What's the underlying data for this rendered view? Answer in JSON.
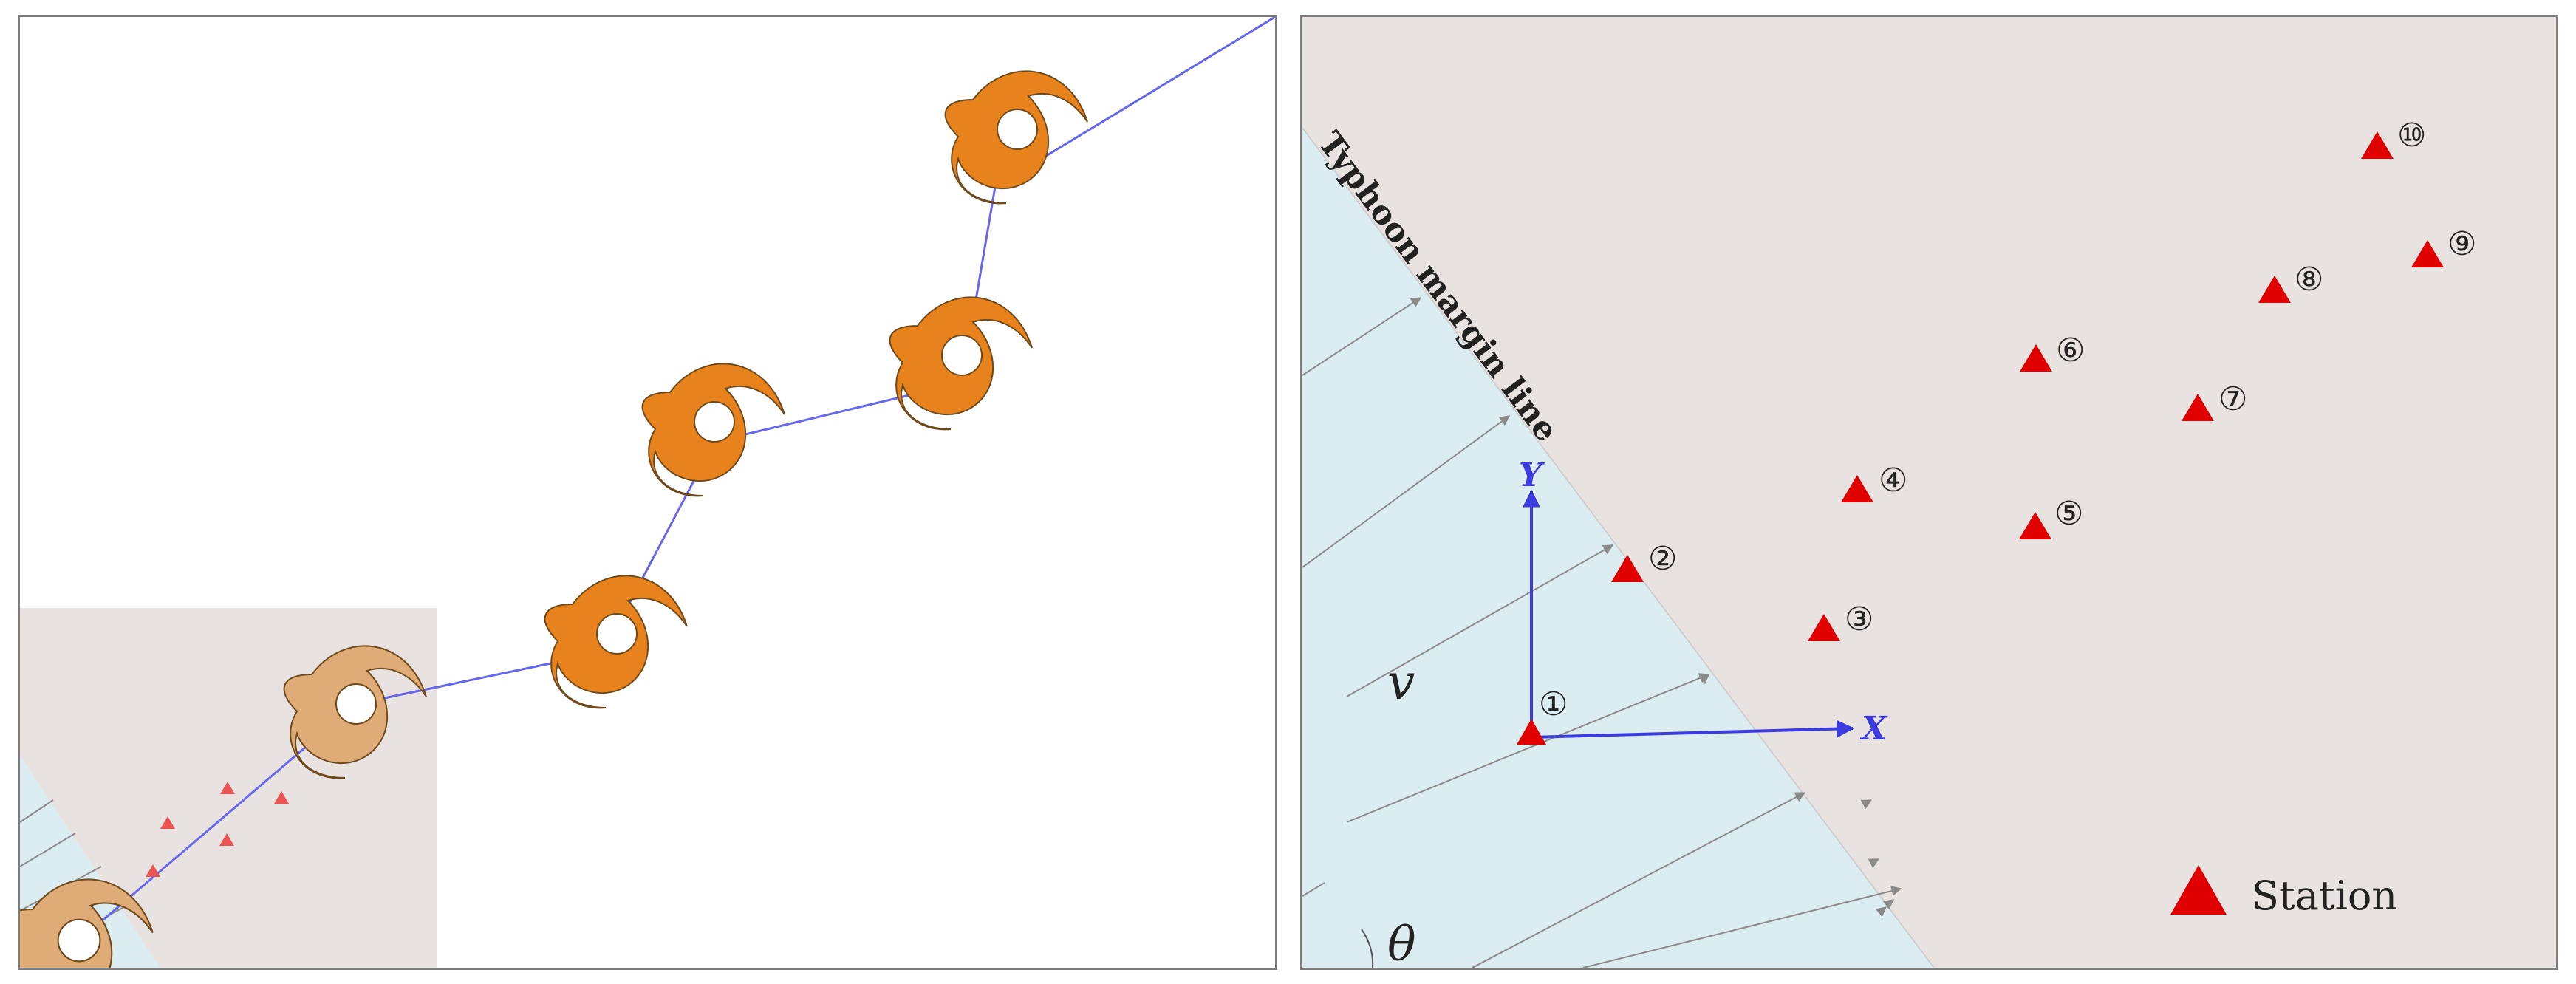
{
  "colors": {
    "typhoon_orange": "#e8821c",
    "typhoon_faded": "#dfac78",
    "track_blue": "#6666ee",
    "axis_blue": "#3b3be0",
    "station_red": "#e00000",
    "region_gray": "#e8e3e1",
    "region_blue": "#dcedf2",
    "flow_line": "#8a8a8a"
  },
  "left_panel": {
    "icons": [
      "typhoon-icon",
      "station-icon"
    ]
  },
  "right_panel": {
    "margin_label": "Typhoon margin line",
    "axis_x": "X",
    "axis_y": "Y",
    "velocity_symbol": "v",
    "angle_symbol": "θ",
    "stations": [
      {
        "id": "①"
      },
      {
        "id": "②"
      },
      {
        "id": "③"
      },
      {
        "id": "④"
      },
      {
        "id": "⑤"
      },
      {
        "id": "⑥"
      },
      {
        "id": "⑦"
      },
      {
        "id": "⑧"
      },
      {
        "id": "⑨"
      },
      {
        "id": "⑩"
      }
    ],
    "legend": {
      "label": "Station"
    }
  }
}
